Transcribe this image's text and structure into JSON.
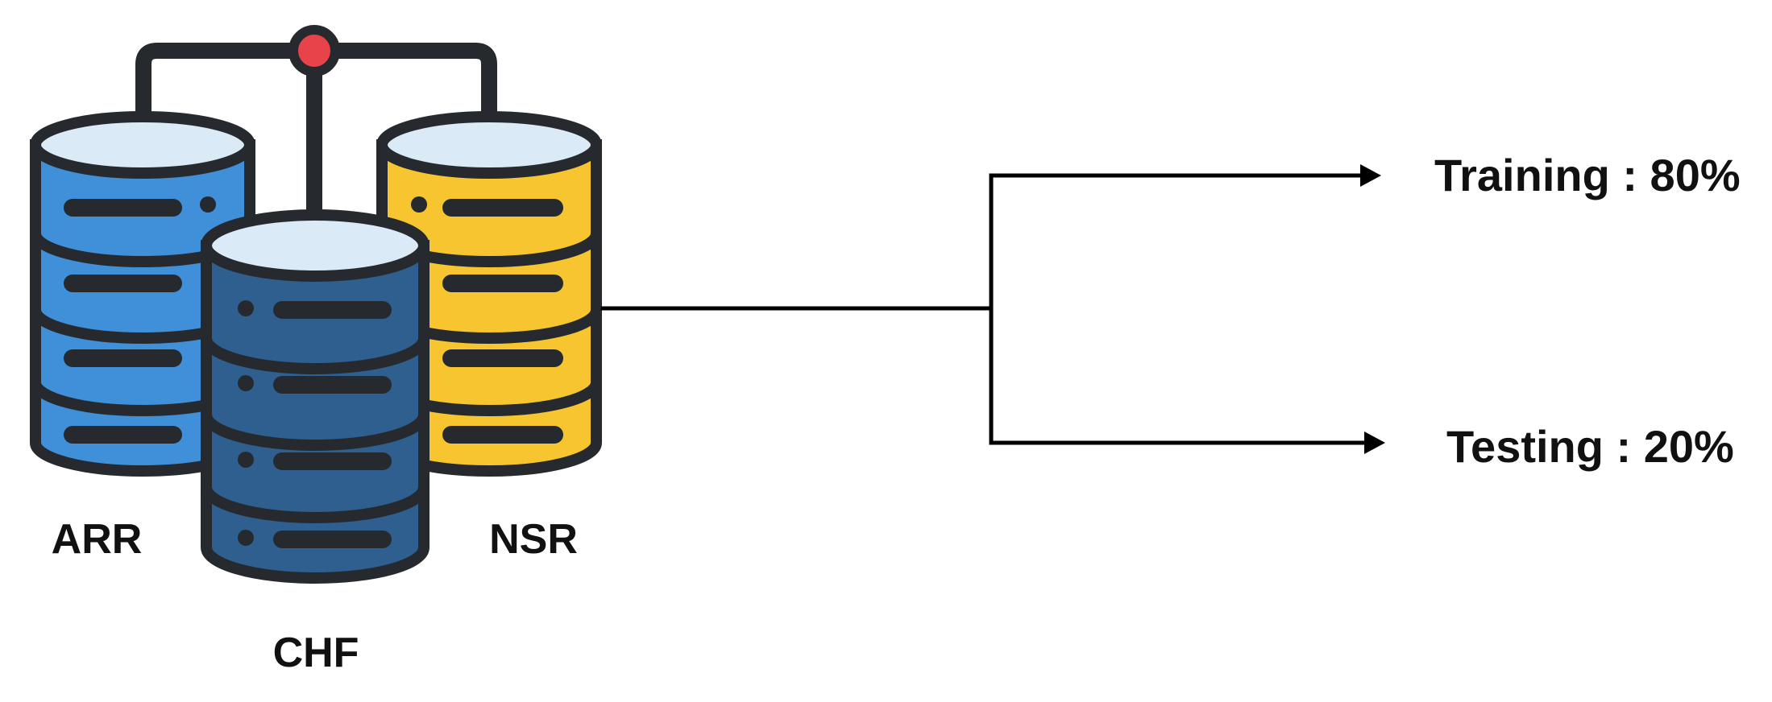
{
  "databases": [
    {
      "id": "arr",
      "label": "ARR",
      "color": "#3f8fd9",
      "shade": "#2f74bb",
      "icon": "database-icon"
    },
    {
      "id": "chf",
      "label": "CHF",
      "color": "#2e5f8f",
      "shade": "#244c73",
      "icon": "database-icon"
    },
    {
      "id": "nsr",
      "label": "NSR",
      "color": "#f7c52f",
      "shade": "#e8ab18",
      "icon": "database-icon"
    }
  ],
  "splits": [
    {
      "label": "Training : 80%",
      "value": 80
    },
    {
      "label": "Testing : 20%",
      "value": 20
    }
  ],
  "colors": {
    "outline": "#262a2e",
    "top_face": "#dbeaf7",
    "connector_node": "#e8434b",
    "line": "#000000"
  }
}
